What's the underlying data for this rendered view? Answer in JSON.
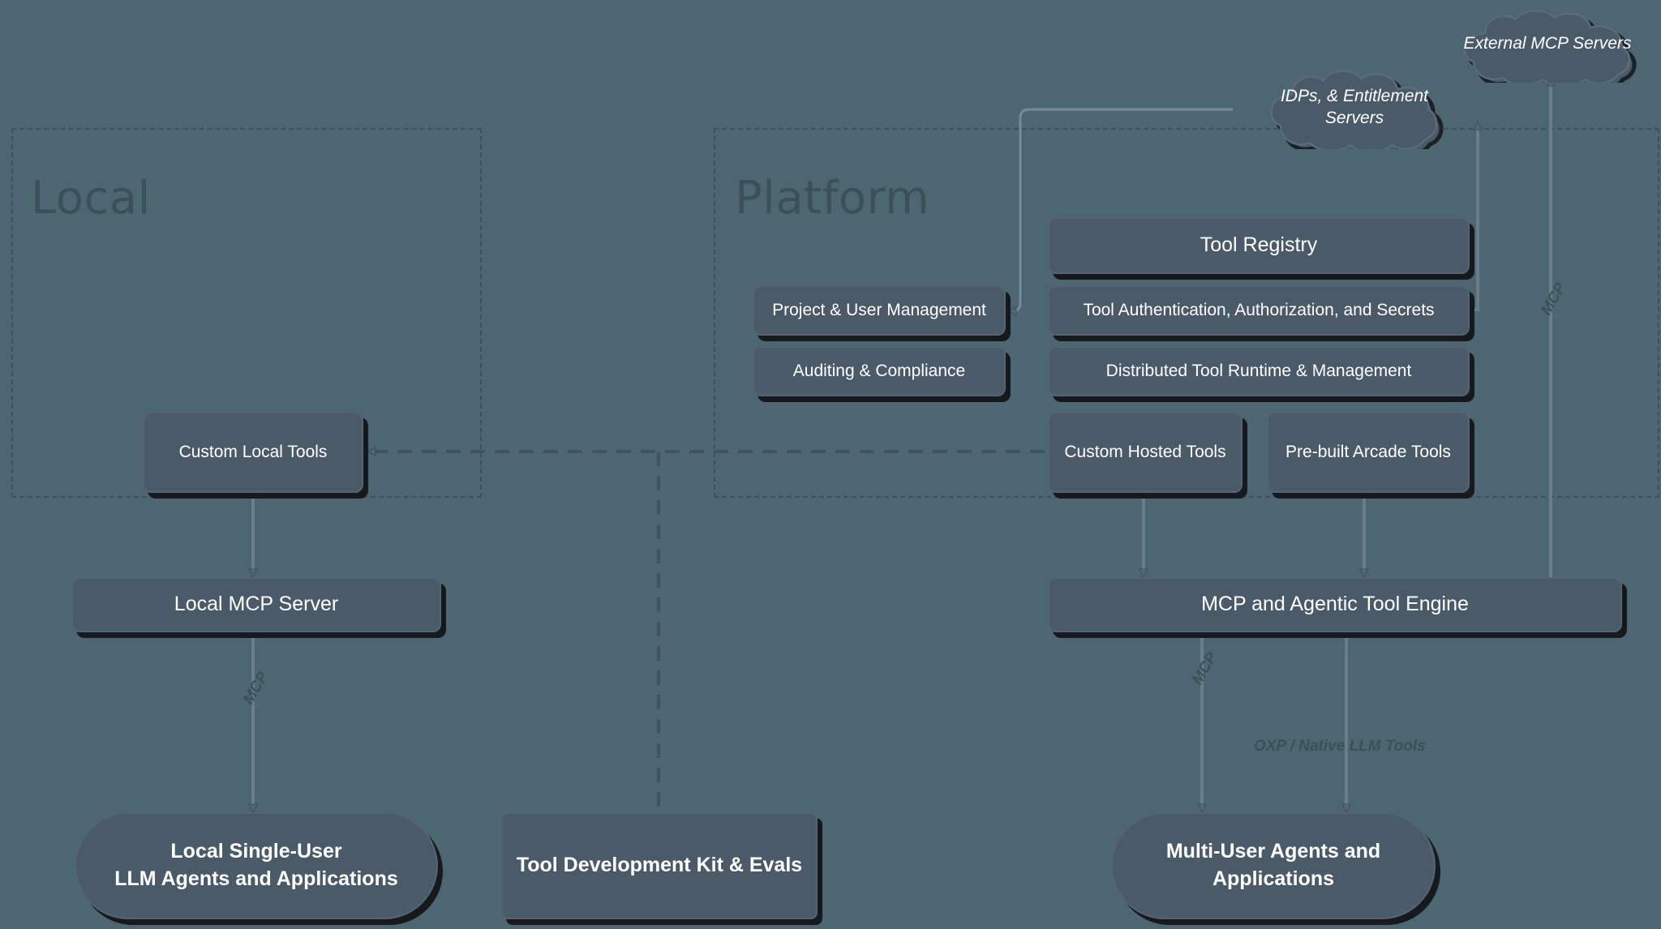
{
  "diagram": {
    "title": "Arcade Tool Platform Architecture",
    "background_color": "#4c6672",
    "node_fill": "#4b5a68",
    "node_border": "#556472",
    "shadow_color": "#16191d",
    "group_border_color": "#3e525c",
    "group_title_color": "#3c5059",
    "edge_color": "#6b7d8a",
    "text_color": "#ffffff"
  },
  "groups": [
    {
      "id": "local",
      "label": "Local"
    },
    {
      "id": "platform",
      "label": "Platform"
    }
  ],
  "clouds": [
    {
      "id": "external-mcp-servers",
      "label": "External MCP Servers"
    },
    {
      "id": "idps-entitlement-servers",
      "label": "IDPs, & Entitlement Servers"
    }
  ],
  "nodes": [
    {
      "id": "custom-local-tools",
      "label": "Custom Local Tools"
    },
    {
      "id": "local-mcp-server",
      "label": "Local MCP Server"
    },
    {
      "id": "local-single-user-agents",
      "label": "Local Single-User\nLLM Agents and Applications"
    },
    {
      "id": "tool-development-kit",
      "label": "Tool Development Kit & Evals"
    },
    {
      "id": "project-user-management",
      "label": "Project & User Management"
    },
    {
      "id": "auditing-compliance",
      "label": "Auditing & Compliance"
    },
    {
      "id": "tool-registry",
      "label": "Tool Registry"
    },
    {
      "id": "tool-auth",
      "label": "Tool Authentication, Authorization, and Secrets"
    },
    {
      "id": "distributed-tool-runtime",
      "label": "Distributed Tool Runtime & Management"
    },
    {
      "id": "custom-hosted-tools",
      "label": "Custom Hosted Tools"
    },
    {
      "id": "prebuilt-arcade-tools",
      "label": "Pre-built Arcade Tools"
    },
    {
      "id": "mcp-agentic-tool-engine",
      "label": "MCP and Agentic Tool Engine"
    },
    {
      "id": "multi-user-agents",
      "label": "Multi-User Agents and\nApplications"
    }
  ],
  "node_labels": {
    "custom_local_tools": "Custom Local Tools",
    "local_mcp_server": "Local MCP Server",
    "local_single_user_line1": "Local Single-User",
    "local_single_user_line2": "LLM Agents and Applications",
    "tool_development_kit": "Tool Development Kit & Evals",
    "project_user_management": "Project & User Management",
    "auditing_compliance": "Auditing & Compliance",
    "tool_registry": "Tool Registry",
    "tool_auth": "Tool Authentication, Authorization, and Secrets",
    "distributed_tool_runtime": "Distributed Tool Runtime & Management",
    "custom_hosted_tools": "Custom Hosted Tools",
    "prebuilt_arcade_tools": "Pre-built Arcade Tools",
    "mcp_agentic_tool_engine": "MCP and Agentic Tool Engine",
    "multi_user_agents_line1": "Multi-User Agents and",
    "multi_user_agents_line2": "Applications",
    "external_mcp_servers": "External MCP Servers",
    "idps_line1": "IDPs, & Entitlement",
    "idps_line2": "Servers"
  },
  "group_labels": {
    "local": "Local",
    "platform": "Platform"
  },
  "edge_labels": {
    "mcp_local": "MCP",
    "mcp_platform": "MCP",
    "mcp_external": "MCP",
    "oxp_native": "OXP / Native LLM Tools"
  },
  "edges": [
    {
      "from": "local-mcp-server",
      "to": "local-single-user-agents",
      "label": "MCP",
      "style": "solid",
      "arrow": "both"
    },
    {
      "from": "custom-local-tools",
      "to": "local-mcp-server",
      "label": "",
      "style": "solid",
      "arrow": "both"
    },
    {
      "from": "custom-hosted-tools",
      "to": "custom-local-tools",
      "label": "",
      "style": "dashed",
      "arrow": "start"
    },
    {
      "from": "tool-development-kit",
      "to": "custom-local-tools",
      "label": "",
      "style": "dashed",
      "arrow": "none"
    },
    {
      "from": "mcp-agentic-tool-engine",
      "to": "custom-hosted-tools",
      "label": "",
      "style": "solid",
      "arrow": "both"
    },
    {
      "from": "mcp-agentic-tool-engine",
      "to": "prebuilt-arcade-tools",
      "label": "",
      "style": "solid",
      "arrow": "both"
    },
    {
      "from": "mcp-agentic-tool-engine",
      "to": "multi-user-agents",
      "label": "MCP",
      "style": "solid",
      "arrow": "both"
    },
    {
      "from": "mcp-agentic-tool-engine",
      "to": "multi-user-agents",
      "label": "OXP / Native LLM Tools",
      "style": "solid",
      "arrow": "both"
    },
    {
      "from": "mcp-agentic-tool-engine",
      "to": "external-mcp-servers",
      "label": "MCP",
      "style": "solid",
      "arrow": "both"
    },
    {
      "from": "idps-entitlement-servers",
      "to": "project-user-management",
      "label": "",
      "style": "solid",
      "arrow": "end"
    },
    {
      "from": "tool-auth",
      "to": "idps-entitlement-servers",
      "label": "",
      "style": "solid",
      "arrow": "both"
    }
  ]
}
